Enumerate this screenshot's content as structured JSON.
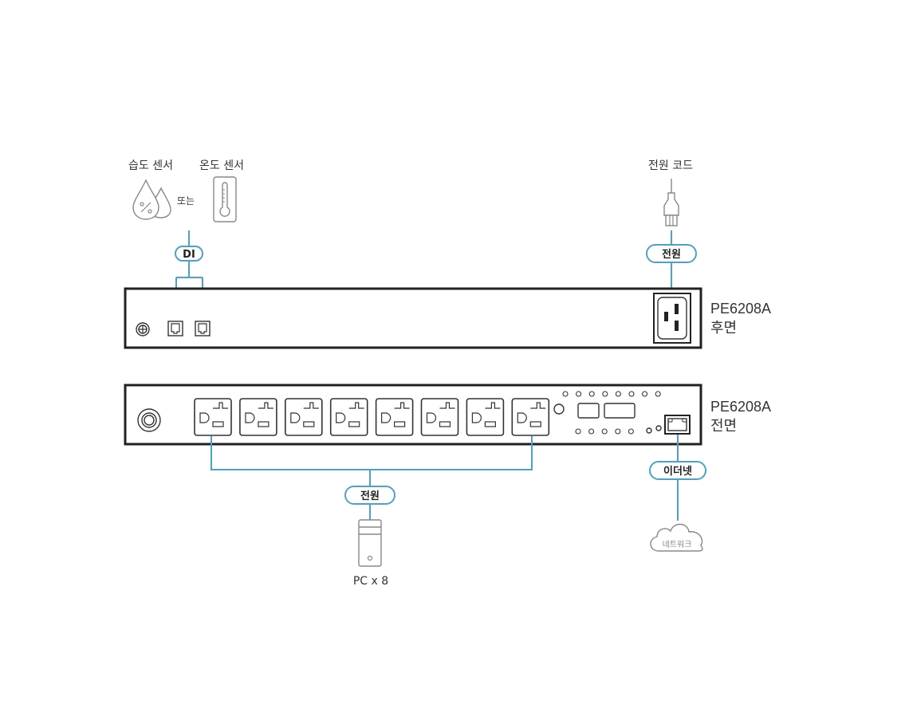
{
  "colors": {
    "connector": "#4ba3c8",
    "device_outline": "#222222",
    "icon_gray": "#888888"
  },
  "sensors": {
    "humidity_label": "습도 센서",
    "temperature_label": "온도 센서",
    "or_label": "또는",
    "humidity_icon": "humidity-drop-icon",
    "temperature_icon": "thermometer-icon"
  },
  "power_cord": {
    "label": "전원 코드",
    "icon": "power-plug-icon"
  },
  "pills": {
    "di": "DI",
    "rear_power": "전원",
    "front_power": "전원",
    "ethernet": "이더넷"
  },
  "rear_panel": {
    "model": "PE6208A",
    "side": "후면"
  },
  "front_panel": {
    "model": "PE6208A",
    "side": "전면",
    "outlet_count": 8
  },
  "pc": {
    "label": "PC x 8",
    "icon": "pc-tower-icon"
  },
  "network": {
    "label": "네트워크",
    "icon": "cloud-icon"
  }
}
